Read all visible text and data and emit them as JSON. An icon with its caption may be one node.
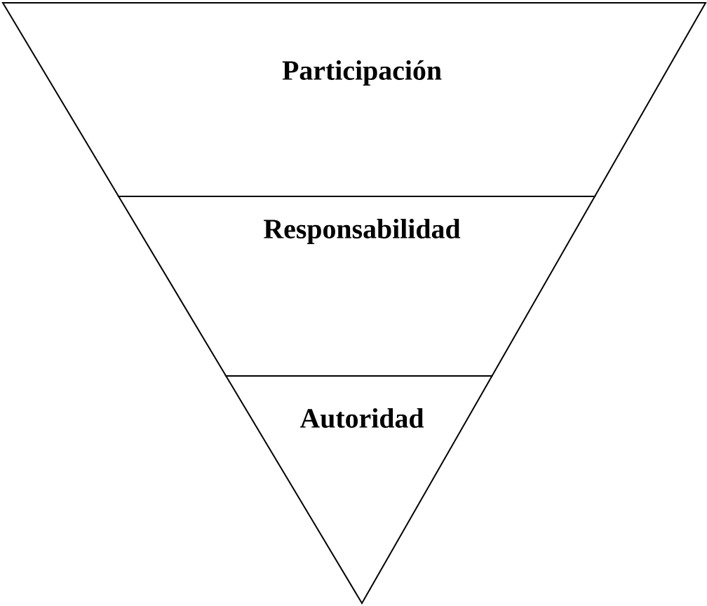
{
  "diagram": {
    "nodes": [
      {
        "text": [
          "Participación"
        ]
      },
      {
        "text": [
          "Responsabilidad"
        ]
      },
      {
        "text": [
          "Autoridad"
        ]
      }
    ]
  }
}
